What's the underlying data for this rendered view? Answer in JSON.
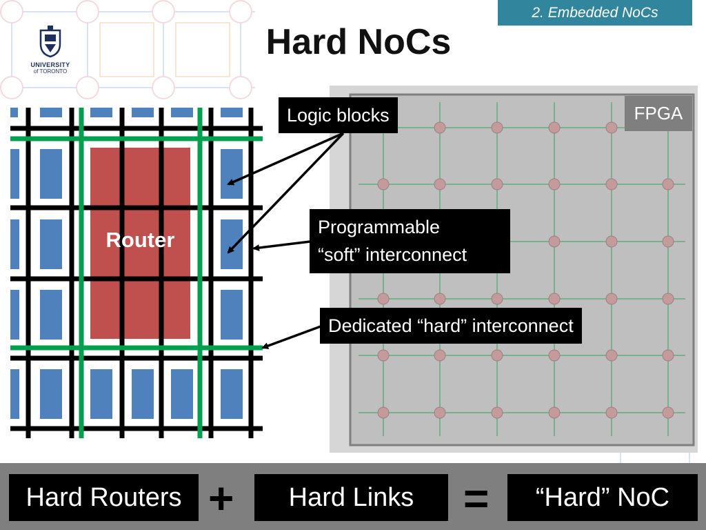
{
  "section_tag": "2. Embedded NoCs",
  "slide_title": "Hard NoCs",
  "logo": {
    "line1": "UNIVERSITY",
    "line2": "of TORONTO"
  },
  "diagram": {
    "router_label": "Router",
    "fpga_label": "FPGA",
    "callouts": {
      "logic_blocks": "Logic blocks",
      "soft_interconnect_line1": "Programmable",
      "soft_interconnect_line2": "“soft” interconnect",
      "hard_interconnect": "Dedicated “hard” interconnect"
    }
  },
  "equation": {
    "term1": "Hard Routers",
    "plus": "+",
    "term2": "Hard Links",
    "equals": "=",
    "result": "“Hard” NoC"
  },
  "colors": {
    "tag_bg": "#31859c",
    "logic_block": "#4f81bd",
    "router": "#c0504d",
    "hard_wire": "#00a050",
    "soft_wire": "#000000",
    "fpga_bg": "#bfbfbf",
    "noc_link": "#77b28e",
    "noc_node": "#c49a9a",
    "footer_bg": "#7f7f7f"
  }
}
